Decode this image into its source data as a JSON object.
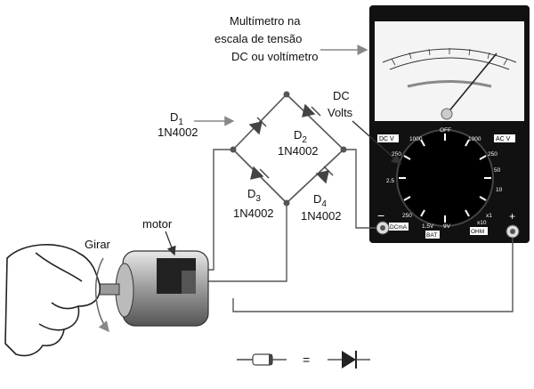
{
  "meter": {
    "caption_lines": [
      "Multímetro na",
      "escala de tensão",
      "DC ou voltímetro"
    ],
    "dc_volts_lines": [
      "DC",
      "Volts"
    ],
    "dial": {
      "off": "OFF",
      "dc_v": "DC V",
      "ac_v": "AC V",
      "v1000_left": "1000",
      "v1000_right": "1000",
      "v250_left": "250",
      "v250_right": "250",
      "v50": "50",
      "v2_5": "2.5",
      "v10": "10",
      "v250_bottom": "250",
      "v1_5v": "1.5V",
      "v9v": "9V",
      "x1": "x1",
      "x10": "x10",
      "dcma": "DCmA",
      "bat": "BAT",
      "ohm": "OHM"
    },
    "minus": "−",
    "plus": "+"
  },
  "diodes": {
    "d1": {
      "name": "D",
      "sub": "1",
      "part": "1N4002"
    },
    "d2": {
      "name": "D",
      "sub": "2",
      "part": "1N4002"
    },
    "d3": {
      "name": "D",
      "sub": "3",
      "part": "1N4002"
    },
    "d4": {
      "name": "D",
      "sub": "4",
      "part": "1N4002"
    }
  },
  "motor_label": "motor",
  "turn_label": "Girar",
  "legend_equals": "="
}
